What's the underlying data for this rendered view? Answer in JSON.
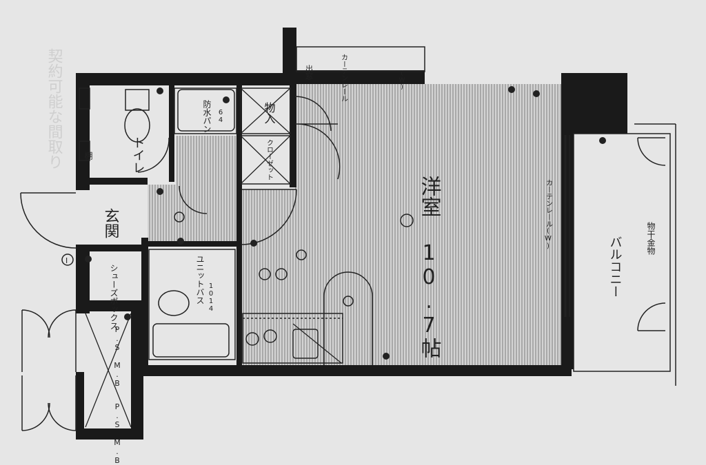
{
  "rooms": {
    "main_room": "洋室 10.7帖",
    "toilet": "トイレ",
    "entrance": "玄関",
    "unit_bath": "ユニットバス",
    "unit_bath_size": "1014",
    "closet": "クローゼット",
    "storage": "物入",
    "balcony": "バルコニー",
    "washer_pan": "防水パン",
    "washer_pan_size": "64",
    "shoe_box": "シューズボックス"
  },
  "fixtures": {
    "curtain_rail_top": "カーテンレール",
    "curtain_rail_top_w": "(W)",
    "curtain_rail_side": "カーテンレール(W)",
    "bay_window": "出窓",
    "laundry_pole": "物干金物",
    "shelf": "棚",
    "ps_mb_upper": "P.S M.B",
    "ps_mb_lower": "P.S M.B",
    "meter_label": "I"
  },
  "background": {
    "faint_text": "契約可能な間取り"
  },
  "colors": {
    "wall": "#1a1a1a",
    "floor_hatch": "#8a8a8a",
    "paper": "#e6e6e6",
    "ink": "#222222"
  }
}
